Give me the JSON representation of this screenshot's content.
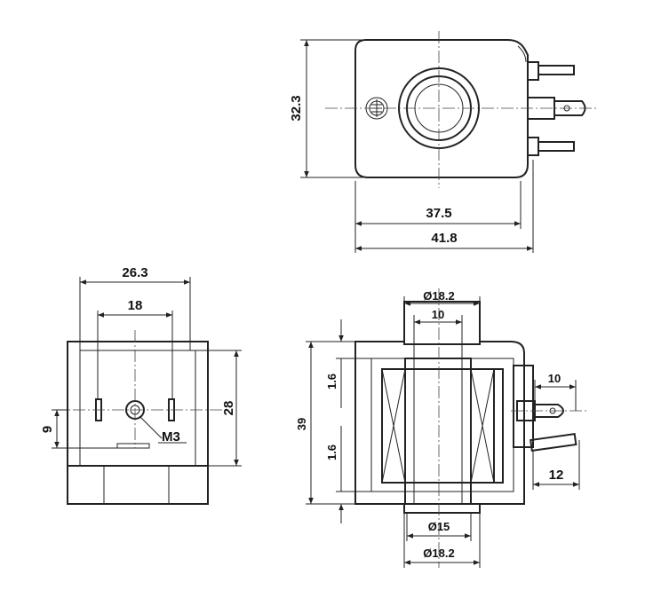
{
  "top_view": {
    "dim_height": "32.3",
    "dim_inner_width": "37.5",
    "dim_outer_width": "41.8"
  },
  "front_view": {
    "dim_width": "26.3",
    "dim_pin_spacing": "18",
    "dim_height": "28",
    "dim_offset": "9",
    "screw_label": "M3"
  },
  "section_view": {
    "dim_top_outer_dia": "Ø18.2",
    "dim_top_inner": "10",
    "dim_wall_top": "1.6",
    "dim_wall_bottom": "1.6",
    "dim_height": "39",
    "dim_terminal_width": "10",
    "dim_terminal_length": "12",
    "dim_bottom_inner_dia": "Ø15",
    "dim_bottom_outer_dia": "Ø18.2"
  }
}
